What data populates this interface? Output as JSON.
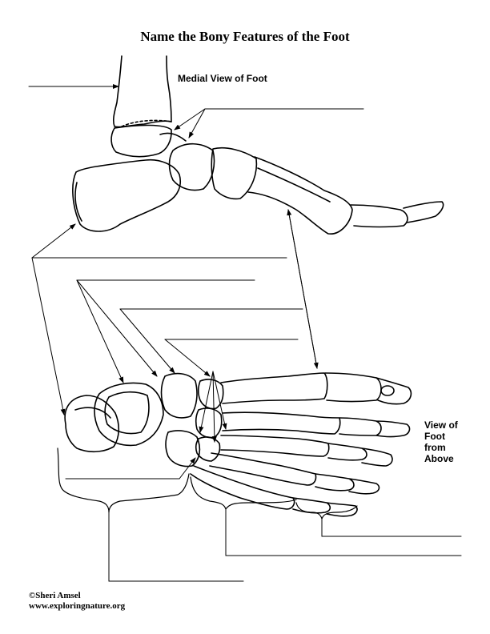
{
  "title": "Name the Bony Features of the Foot",
  "medial_view_label": "Medial View of Foot",
  "above_view_label": [
    "View of",
    "Foot",
    "from",
    "Above"
  ],
  "credit": {
    "copyright": "©Sheri Amsel",
    "website": "www.exploringnature.org"
  }
}
